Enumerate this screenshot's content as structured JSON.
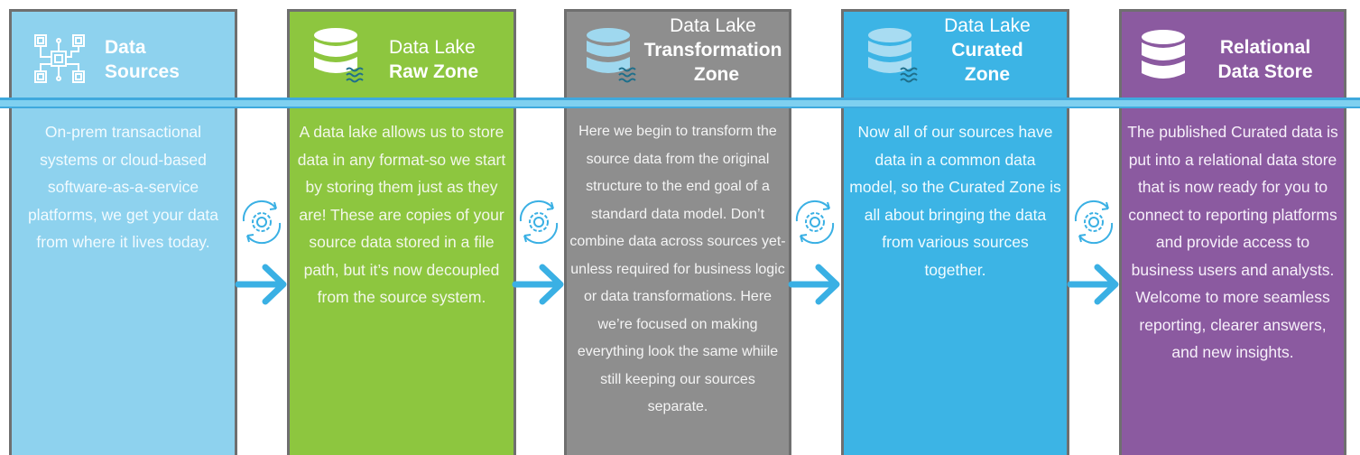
{
  "colors": {
    "sources": "#8ed2ee",
    "raw": "#8dc63f",
    "transformation": "#8e8e8e",
    "curated": "#3cb4e5",
    "relational": "#8b5aa0",
    "arrow": "#3ab0e4"
  },
  "columns": [
    {
      "title_light": "",
      "title_bold": "Data Sources",
      "title_bold_lines": [
        "Data",
        "Sources"
      ],
      "icon": "circuit-icon",
      "body": "On-prem transactional systems or cloud-based software-as-a-service platforms, we get your data from where it lives today."
    },
    {
      "title_light": "Data Lake",
      "title_bold": "Raw Zone",
      "icon": "database-icon",
      "body": "A data lake allows us to store data in any format-so we start by storing them just as they are! These are copies of your source data stored in a file path, but it’s now decoupled from the source system."
    },
    {
      "title_light": "Data Lake",
      "title_bold": "Transformation Zone",
      "title_bold_lines": [
        "Transformation",
        "Zone"
      ],
      "icon": "database-icon",
      "body": "Here we begin to transform the source data from the original structure to the end goal of a standard data model. Don’t combine data across sources yet-unless required for business logic or data transformations. Here we’re focused on making everything look the same whiile still keeping our sources separate."
    },
    {
      "title_light": "Data Lake",
      "title_bold": "Curated Zone",
      "title_bold_lines": [
        "Curated",
        "Zone"
      ],
      "icon": "database-icon",
      "body": "Now all of our sources have data in a common data model, so the Curated Zone is all about bringing the data from various sources together."
    },
    {
      "title_light": "",
      "title_bold": "Relational Data Store",
      "title_bold_lines": [
        "Relational",
        "Data Store"
      ],
      "icon": "database-icon",
      "body": "The published Curated data is put into a relational data store that is now ready for you to connect to reporting platforms and provide access to business users and analysts. Welcome to more seamless reporting, clearer answers, and new insights."
    }
  ],
  "connectors": [
    {
      "icon": "gear-cycle-icon",
      "arrow": "arrow-right-icon"
    },
    {
      "icon": "gear-cycle-icon",
      "arrow": "arrow-right-icon"
    },
    {
      "icon": "gear-cycle-icon",
      "arrow": "arrow-right-icon"
    },
    {
      "icon": "gear-cycle-icon",
      "arrow": "arrow-right-icon"
    }
  ]
}
